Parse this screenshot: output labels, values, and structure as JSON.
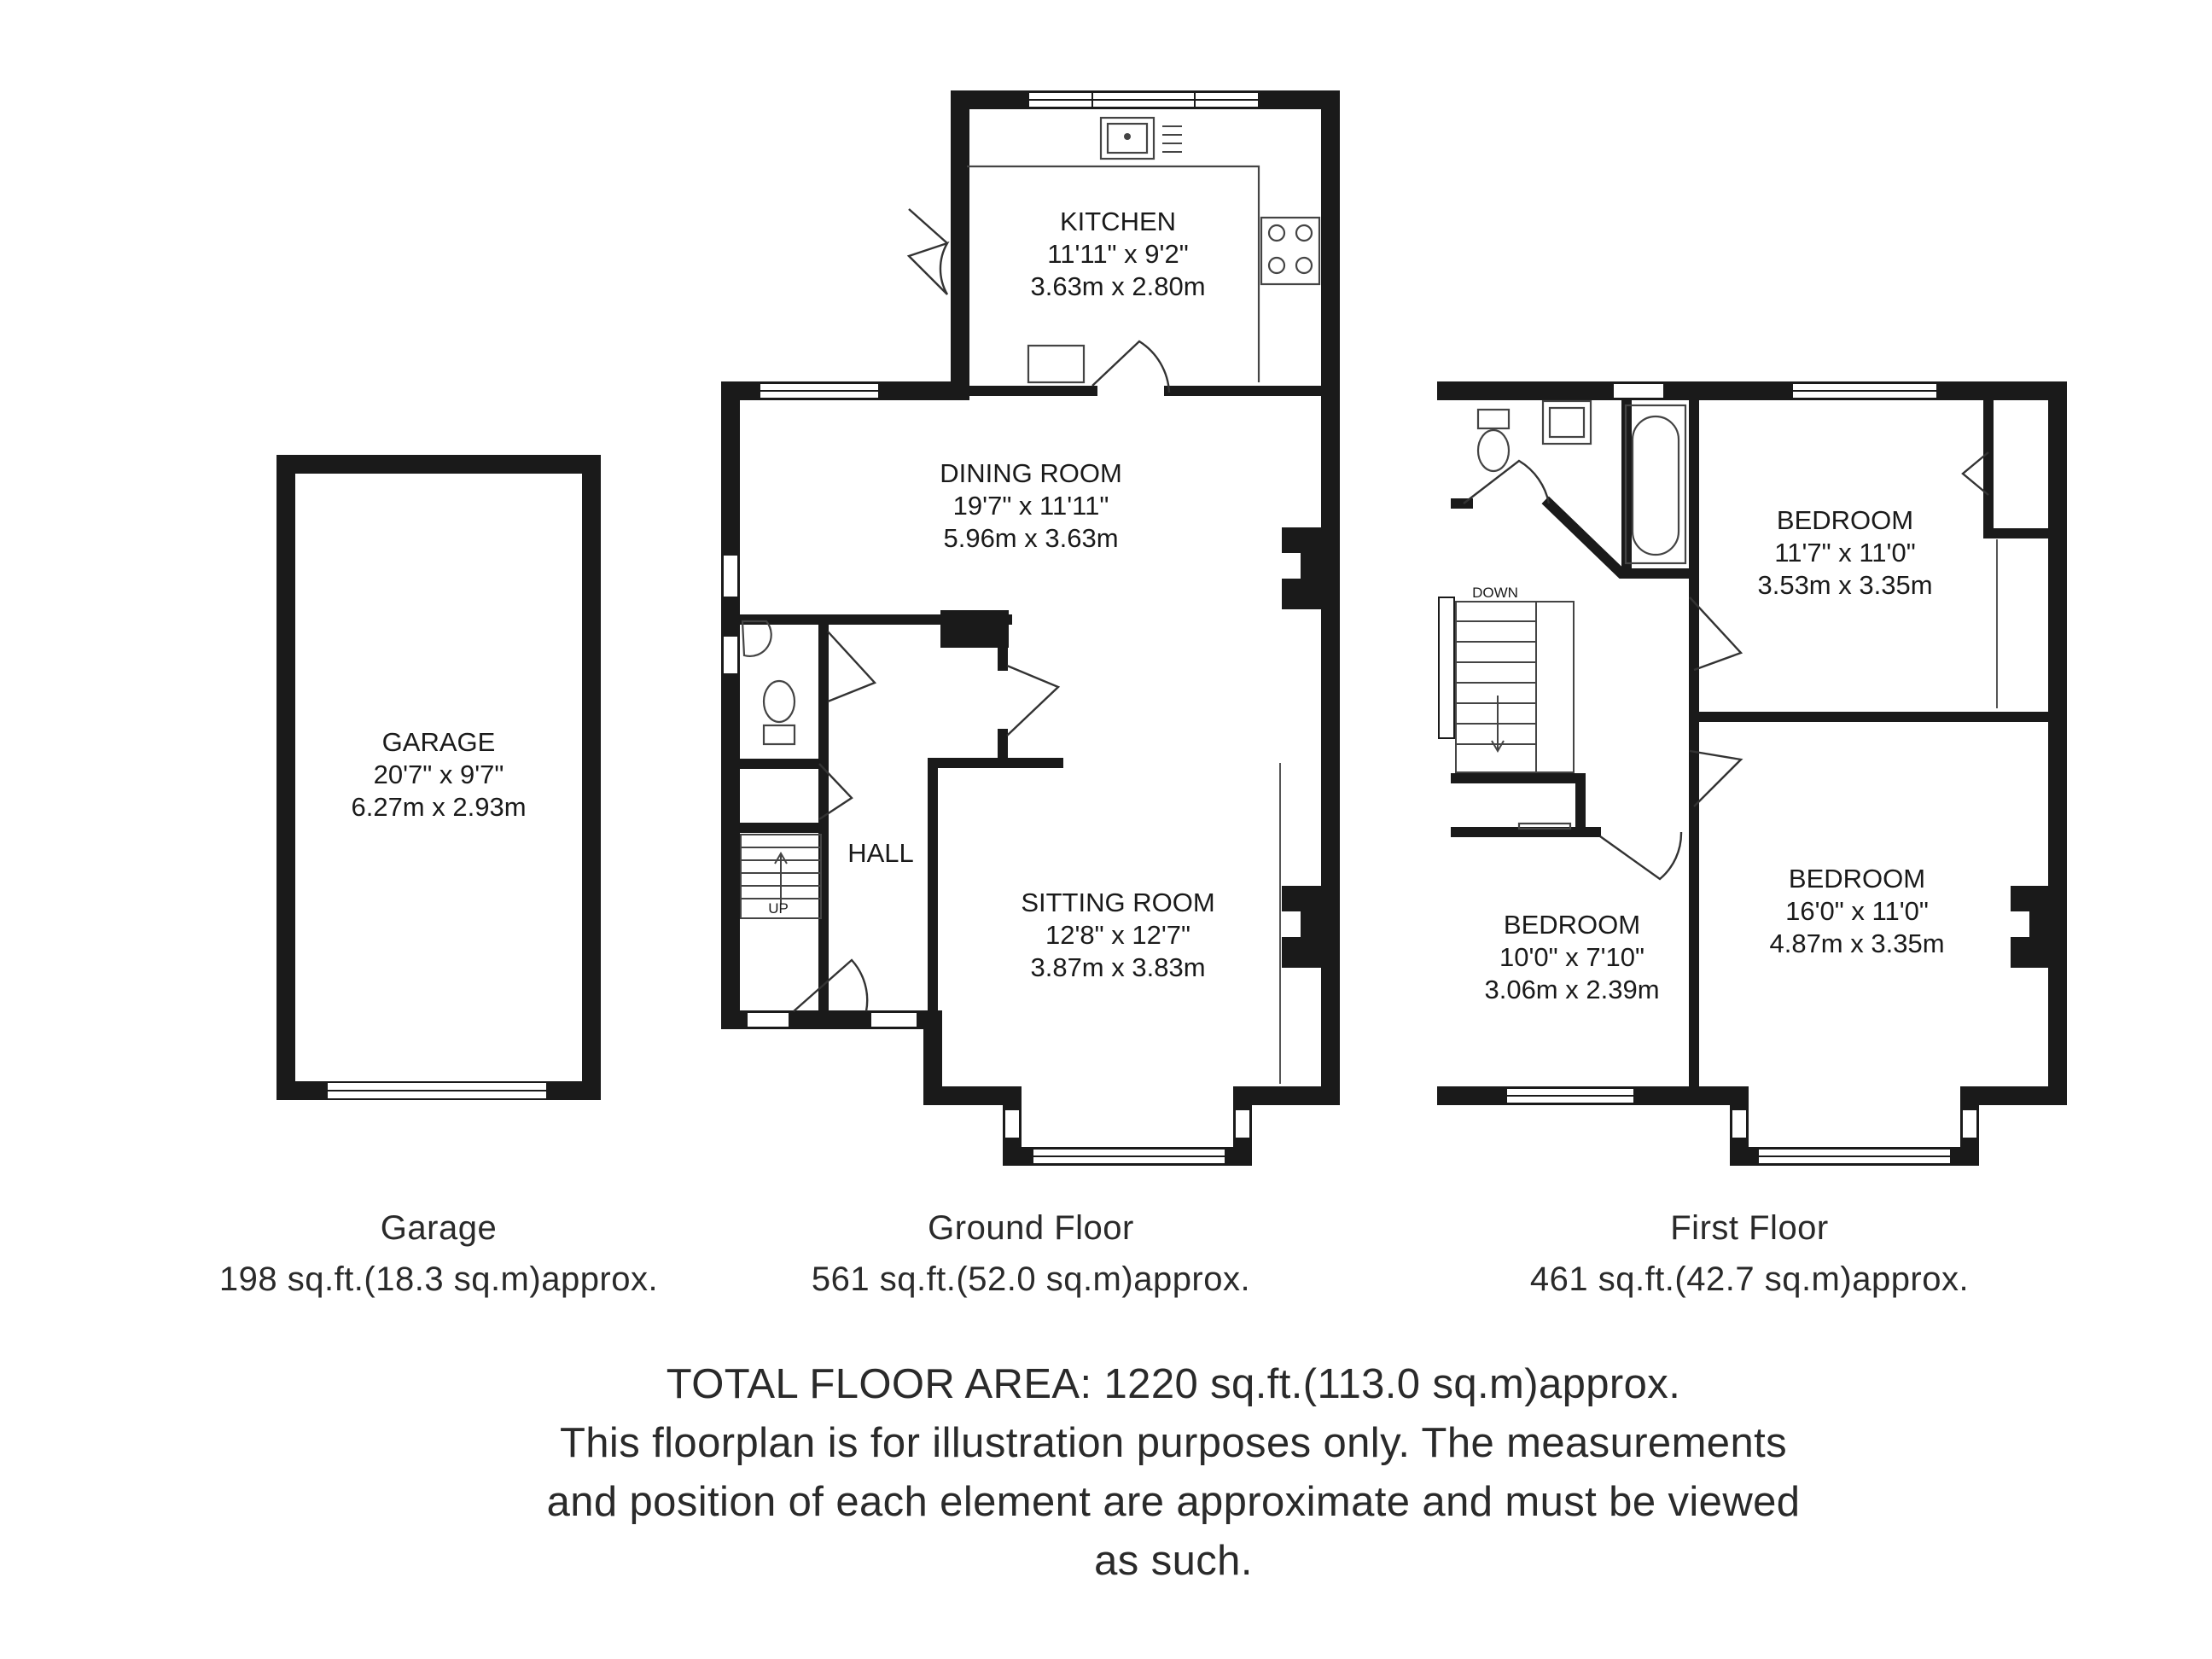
{
  "rooms": {
    "garage": {
      "name": "GARAGE",
      "imperial": "20'7\" x 9'7\"",
      "metric": "6.27m x 2.93m"
    },
    "kitchen": {
      "name": "KITCHEN",
      "imperial": "11'11\" x 9'2\"",
      "metric": "3.63m x 2.80m"
    },
    "dining": {
      "name": "DINING ROOM",
      "imperial": "19'7\" x 11'11\"",
      "metric": "5.96m x 3.63m"
    },
    "hall": {
      "name": "HALL"
    },
    "up": {
      "name": "UP"
    },
    "sitting": {
      "name": "SITTING ROOM",
      "imperial": "12'8\" x 12'7\"",
      "metric": "3.87m x 3.83m"
    },
    "down": {
      "name": "DOWN"
    },
    "bedroom1": {
      "name": "BEDROOM",
      "imperial": "11'7\" x 11'0\"",
      "metric": "3.53m x 3.35m"
    },
    "bedroom2": {
      "name": "BEDROOM",
      "imperial": "16'0\" x 11'0\"",
      "metric": "4.87m x 3.35m"
    },
    "bedroom3": {
      "name": "BEDROOM",
      "imperial": "10'0\" x 7'10\"",
      "metric": "3.06m x 2.39m"
    }
  },
  "floors": {
    "garage": {
      "label": "Garage",
      "area": "198 sq.ft.(18.3 sq.m)approx."
    },
    "ground": {
      "label": "Ground Floor",
      "area": "561 sq.ft.(52.0 sq.m)approx."
    },
    "first": {
      "label": "First Floor",
      "area": "461 sq.ft.(42.7 sq.m)approx."
    }
  },
  "footer": {
    "total": "TOTAL FLOOR AREA: 1220 sq.ft.(113.0 sq.m)approx.",
    "line1": "This floorplan is for illustration purposes only. The measurements",
    "line2": "and position of each element are approximate and must be viewed",
    "line3": "as such."
  }
}
